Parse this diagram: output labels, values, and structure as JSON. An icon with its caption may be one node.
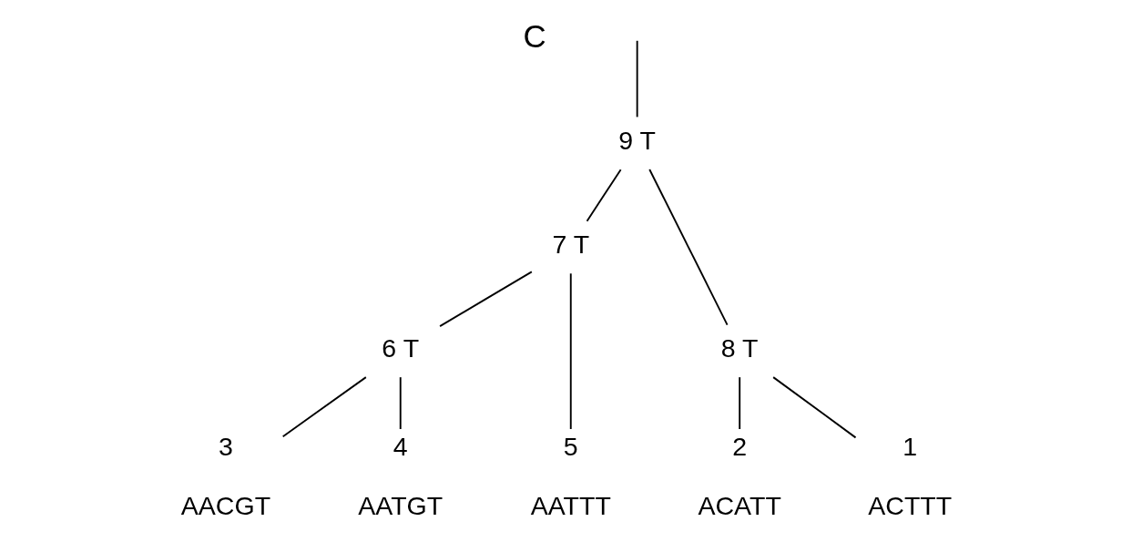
{
  "diagram": {
    "nodes": [
      {
        "text": [
          "9 T"
        ]
      },
      {
        "text": [
          "7 T"
        ]
      },
      {
        "text": [
          "6 T"
        ]
      },
      {
        "text": [
          "8 T"
        ]
      },
      {
        "text": [
          "3",
          "AACGT"
        ]
      },
      {
        "text": [
          "4",
          "AATGT"
        ]
      },
      {
        "text": [
          "5",
          "AATTT"
        ]
      },
      {
        "text": [
          "2",
          "ACATT"
        ]
      },
      {
        "text": [
          "1",
          "ACTTT"
        ]
      }
    ],
    "edges": [
      {
        "from": null,
        "to": 0,
        "arrow": "none"
      },
      {
        "from": 0,
        "to": 1,
        "arrow": "none"
      },
      {
        "from": 0,
        "to": 3,
        "arrow": "none"
      },
      {
        "from": 1,
        "to": 2,
        "arrow": "none"
      },
      {
        "from": 1,
        "to": 6,
        "arrow": "none"
      },
      {
        "from": 2,
        "to": 4,
        "arrow": "none"
      },
      {
        "from": 2,
        "to": 5,
        "arrow": "none"
      },
      {
        "from": 3,
        "to": 7,
        "arrow": "none"
      },
      {
        "from": 3,
        "to": 8,
        "arrow": "none"
      }
    ],
    "labels": [
      "C"
    ]
  }
}
